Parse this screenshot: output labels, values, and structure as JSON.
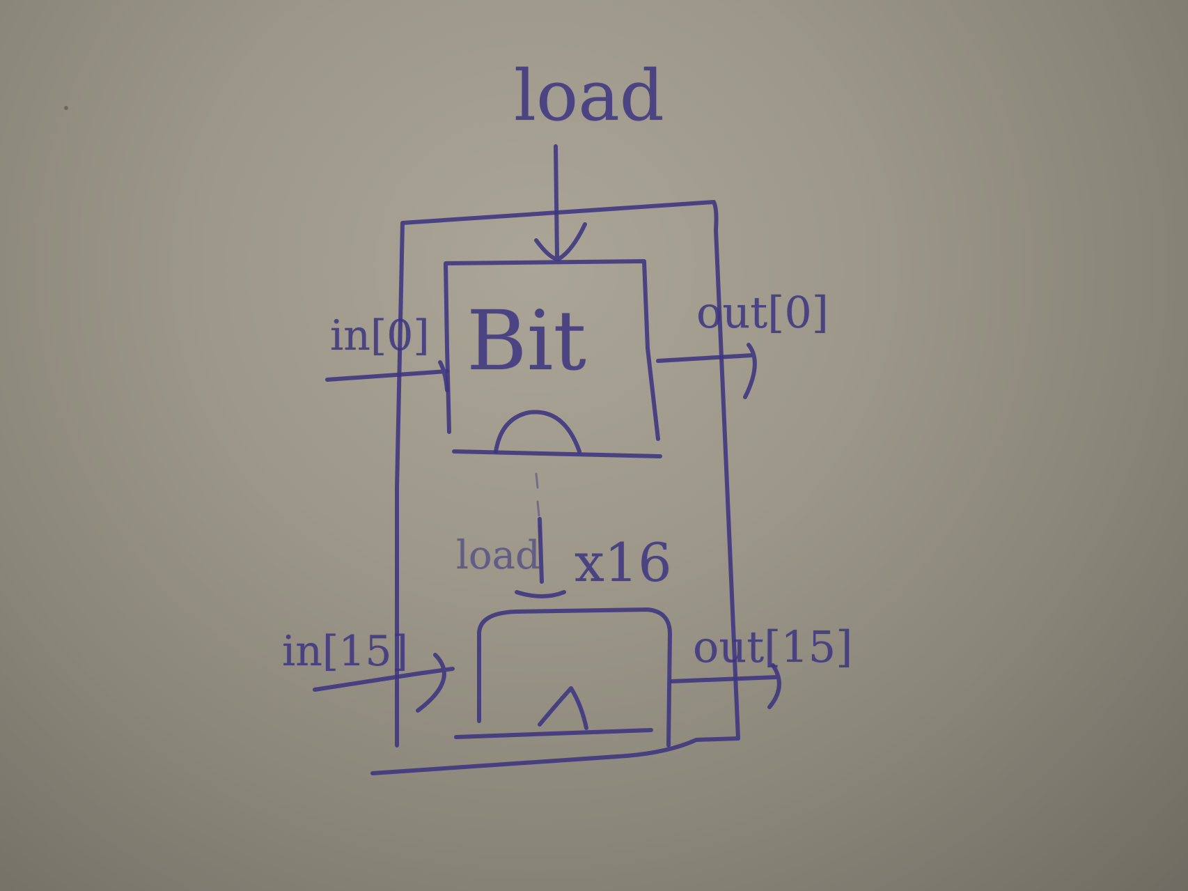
{
  "labels": {
    "load_top": "load",
    "chip_name": "Bit",
    "in_first": "in[0]",
    "out_first": "out[0]",
    "load_repeat": "load",
    "repeat_count": "x16",
    "in_last": "in[15]",
    "out_last": "out[15]"
  },
  "colors": {
    "ink": "#3d3480",
    "paper": "#9d988a"
  }
}
